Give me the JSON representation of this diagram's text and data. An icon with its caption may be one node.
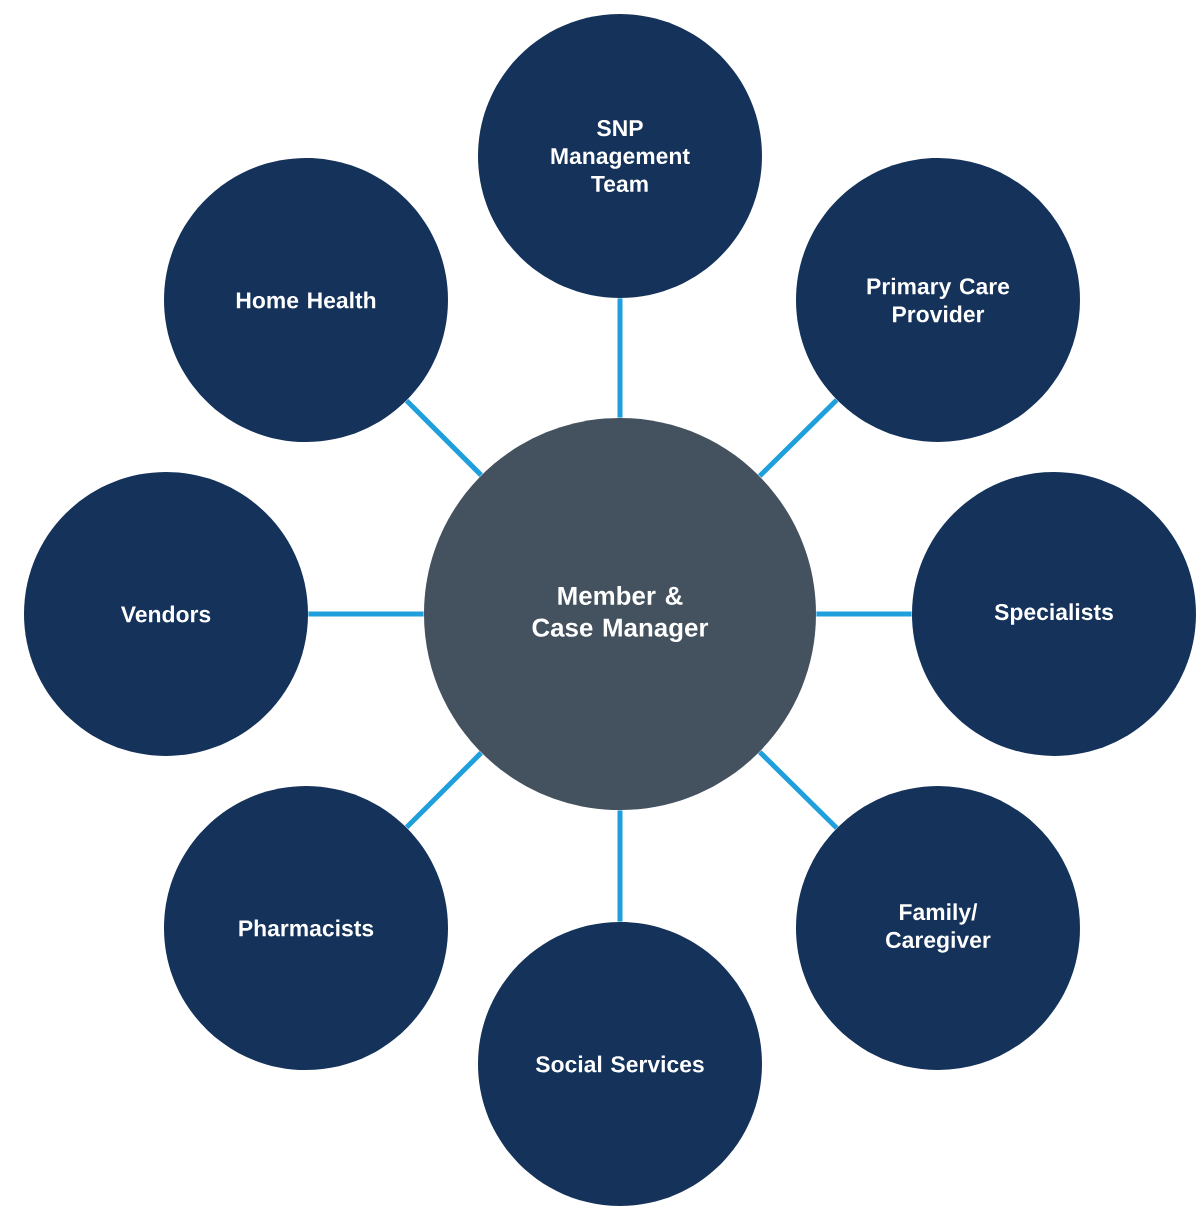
{
  "diagram": {
    "nodes": [
      {
        "text": [
          "Member & Case Manager"
        ]
      },
      {
        "text": [
          "SNP Management Team"
        ]
      },
      {
        "text": [
          "Primary Care Provider"
        ]
      },
      {
        "text": [
          "Specialists"
        ]
      },
      {
        "text": [
          "Family/ Caregiver"
        ]
      },
      {
        "text": [
          "Social Services"
        ]
      },
      {
        "text": [
          "Pharmacists"
        ]
      },
      {
        "text": [
          "Vendors"
        ]
      },
      {
        "text": [
          "Home Health"
        ]
      }
    ],
    "edges": [
      {
        "from": 0,
        "to": 1,
        "arrow": "none"
      },
      {
        "from": 0,
        "to": 2,
        "arrow": "none"
      },
      {
        "from": 0,
        "to": 3,
        "arrow": "none"
      },
      {
        "from": 0,
        "to": 4,
        "arrow": "none"
      },
      {
        "from": 0,
        "to": 5,
        "arrow": "none"
      },
      {
        "from": 0,
        "to": 6,
        "arrow": "none"
      },
      {
        "from": 0,
        "to": 7,
        "arrow": "none"
      },
      {
        "from": 0,
        "to": 8,
        "arrow": "none"
      }
    ]
  }
}
